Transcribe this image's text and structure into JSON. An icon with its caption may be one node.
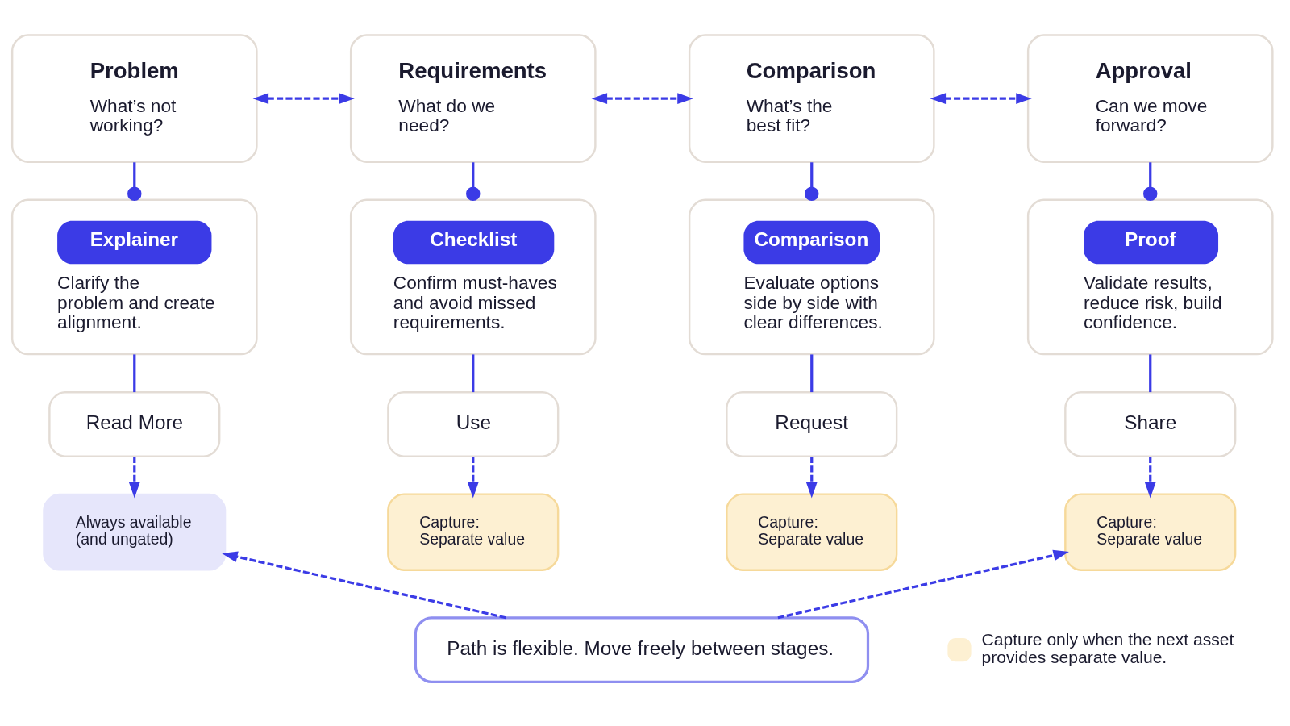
{
  "diagram": {
    "nodes": [
      {
        "text": [
          "Problem",
          "What’s not working?"
        ]
      },
      {
        "text": [
          "Requirements",
          "What do we need?"
        ]
      },
      {
        "text": [
          "Comparison",
          "What’s the best fit?"
        ]
      },
      {
        "text": [
          "Approval",
          "Can we move forward?"
        ]
      },
      {
        "text": [
          "Explainer",
          "Clarify the problem and create alignment."
        ]
      },
      {
        "text": [
          "Checklist",
          "Confirm must-haves and avoid missed requirements."
        ]
      },
      {
        "text": [
          "Comparison",
          "Evaluate options side by side with clear differences."
        ]
      },
      {
        "text": [
          "Proof",
          "Validate results, reduce risk, build confidence."
        ]
      },
      {
        "text": [
          "Read More"
        ]
      },
      {
        "text": [
          "Use"
        ]
      },
      {
        "text": [
          "Request"
        ]
      },
      {
        "text": [
          "Share"
        ]
      },
      {
        "text": [
          "Always available (and ungated)"
        ]
      },
      {
        "text": [
          "Capture: Separate value"
        ]
      },
      {
        "text": [
          "Capture: Separate value"
        ]
      },
      {
        "text": [
          "Capture: Separate value"
        ]
      },
      {
        "text": [
          "Path is flexible. Move freely between stages."
        ]
      }
    ],
    "edges": [
      {
        "from": 0,
        "to": 1,
        "arrow": "both",
        "style": "dashed"
      },
      {
        "from": 1,
        "to": 2,
        "arrow": "both",
        "style": "dashed"
      },
      {
        "from": 2,
        "to": 3,
        "arrow": "both",
        "style": "dashed"
      },
      {
        "from": 0,
        "to": 4,
        "arrow": "other"
      },
      {
        "from": 1,
        "to": 5,
        "arrow": "other"
      },
      {
        "from": 2,
        "to": 6,
        "arrow": "other"
      },
      {
        "from": 3,
        "to": 7,
        "arrow": "other"
      },
      {
        "from": 4,
        "to": 8,
        "arrow": "none"
      },
      {
        "from": 5,
        "to": 9,
        "arrow": "none"
      },
      {
        "from": 6,
        "to": 10,
        "arrow": "none"
      },
      {
        "from": 7,
        "to": 11,
        "arrow": "none"
      },
      {
        "from": 8,
        "to": 12,
        "arrow": "to",
        "style": "dashed"
      },
      {
        "from": 9,
        "to": 13,
        "arrow": "to",
        "style": "dashed"
      },
      {
        "from": 10,
        "to": 14,
        "arrow": "to",
        "style": "dashed"
      },
      {
        "from": 11,
        "to": 15,
        "arrow": "to",
        "style": "dashed"
      },
      {
        "from": 16,
        "to": 12,
        "arrow": "to",
        "style": "dashed"
      },
      {
        "from": 16,
        "to": 15,
        "arrow": "to",
        "style": "dashed"
      }
    ],
    "legend": [
      {
        "text": "Capture only when the next asset provides separate value.",
        "color": "#fdf0d2"
      }
    ]
  }
}
